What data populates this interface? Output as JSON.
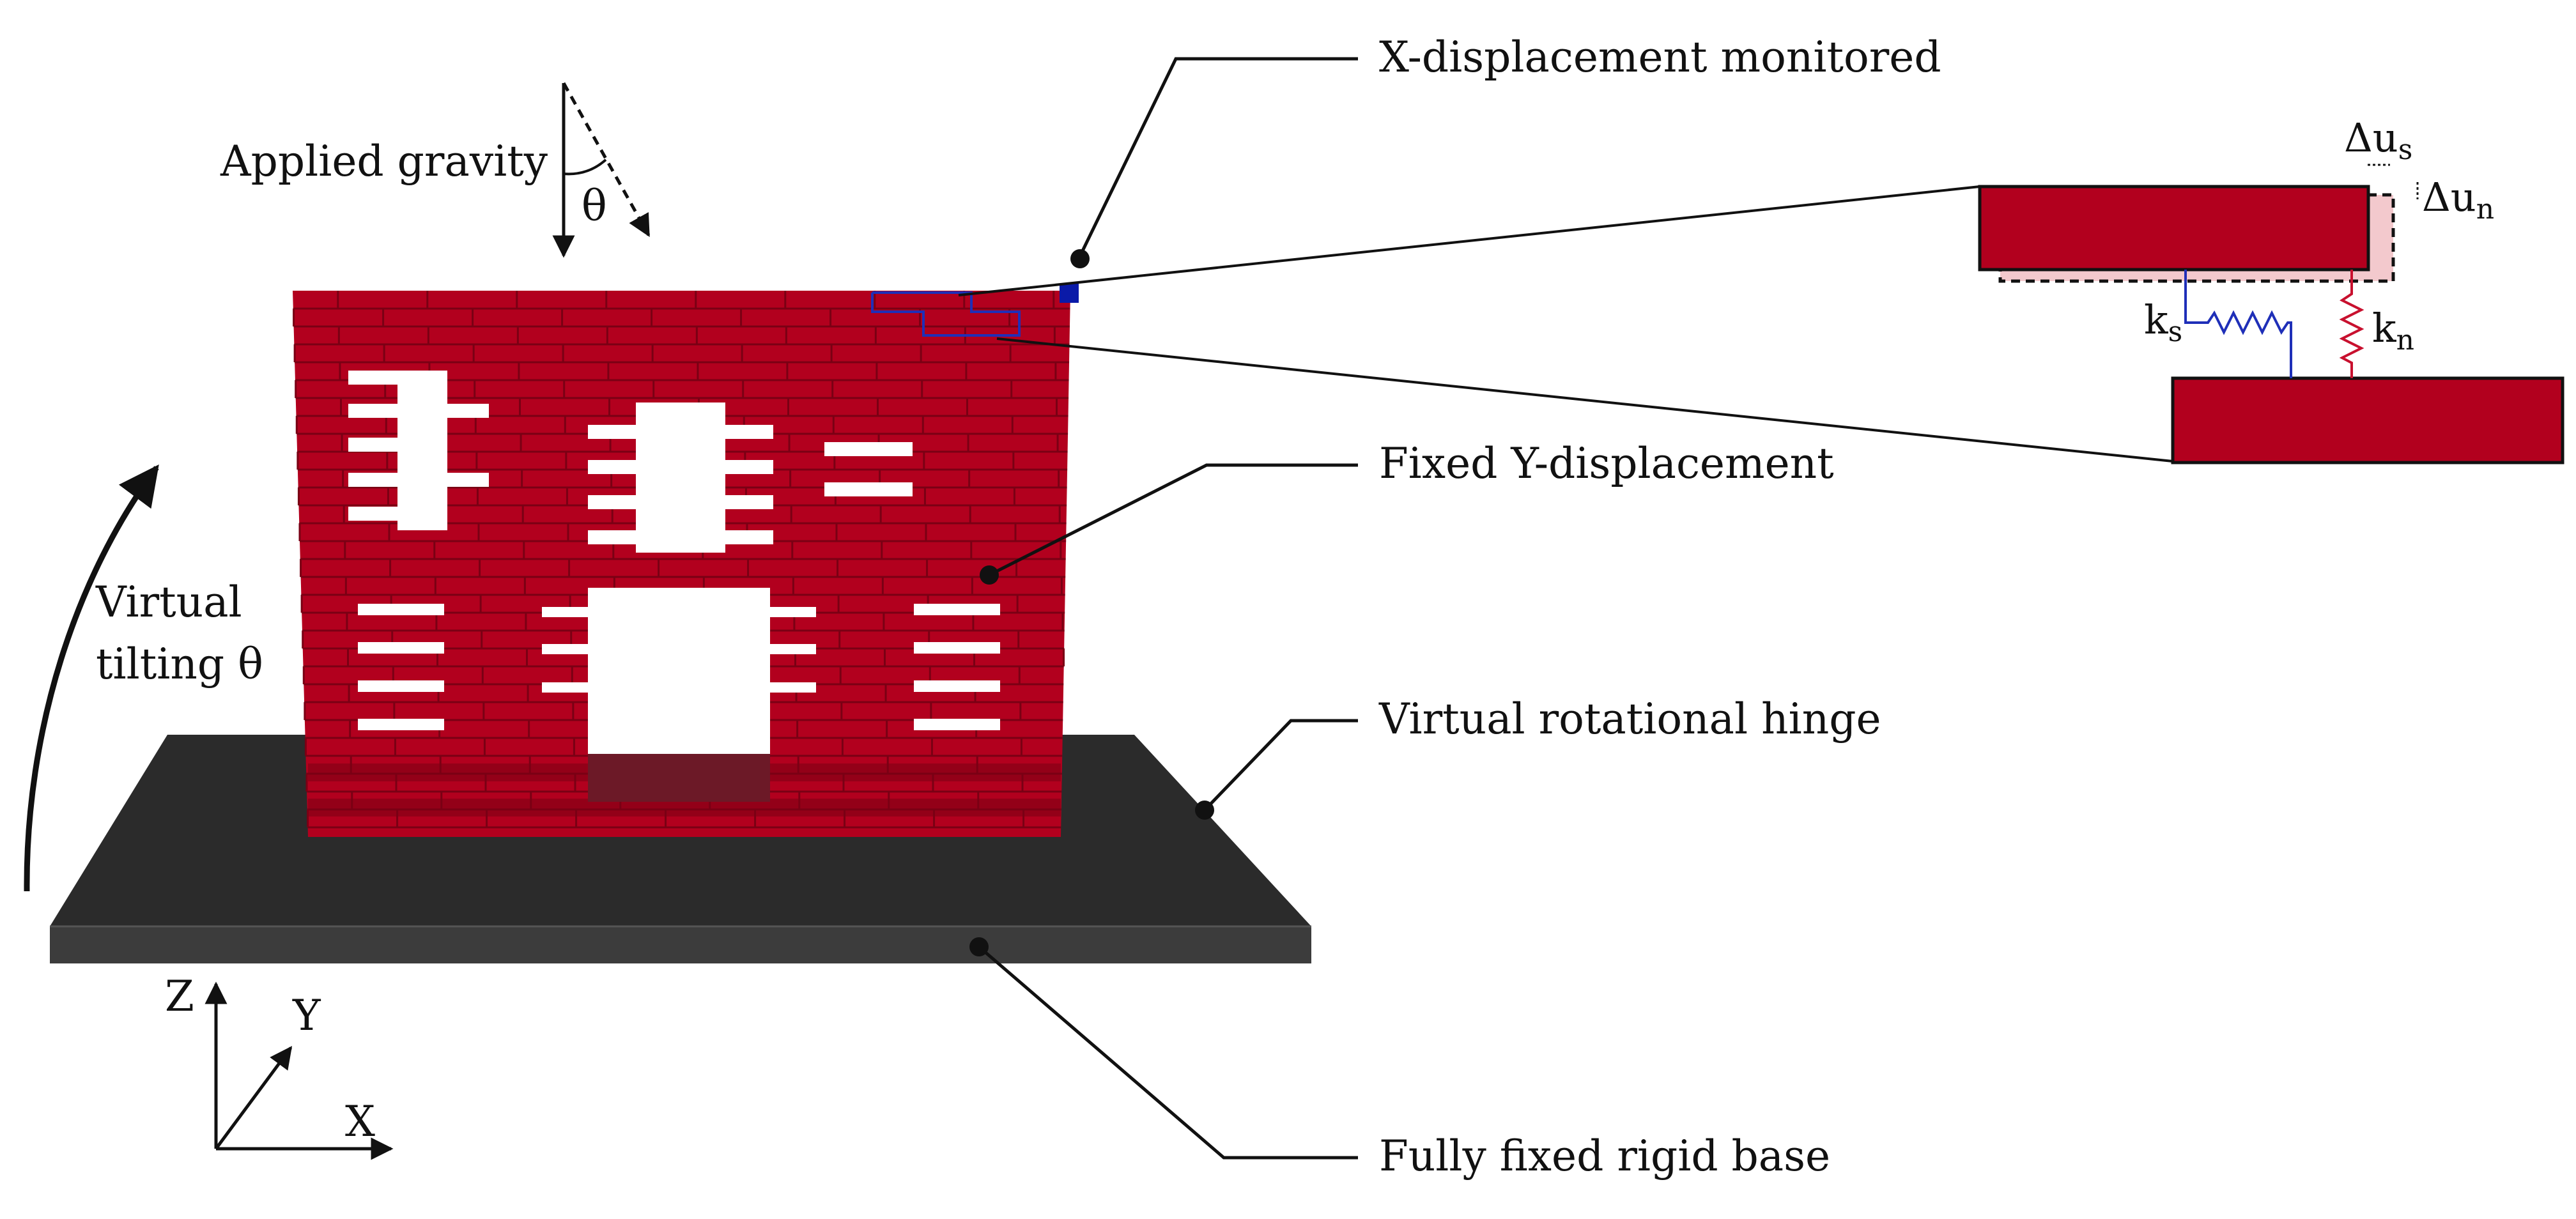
{
  "labels": {
    "applied_gravity": "Applied gravity",
    "gravity_angle": "θ",
    "virtual_tilting_line1": "Virtual",
    "virtual_tilting_line2": "tilting θ",
    "x_displacement_monitored": "X-displacement monitored",
    "fixed_y_displacement": "Fixed Y-displacement",
    "virtual_rotational_hinge": "Virtual rotational hinge",
    "fully_fixed_rigid_base": "Fully fixed rigid base"
  },
  "axes": {
    "z": "Z",
    "y": "Y",
    "x": "X"
  },
  "interface_model": {
    "delta_us": "Δu",
    "delta_us_sub": "s",
    "delta_un": "Δu",
    "delta_un_sub": "n",
    "ks": "k",
    "ks_sub": "s",
    "kn": "k",
    "kn_sub": "n"
  },
  "colors": {
    "brick": "#b2001e",
    "brick_dark": "#7a0014",
    "base_top": "#2b2b2b",
    "base_side": "#3c3c3c",
    "shear_spring": "#1f2fb8",
    "normal_spring": "#c8102e",
    "displaced_block": "#f3c9cd",
    "monitor_node": "#0a1aa8"
  },
  "icons": [
    "applied-gravity-arrow-icon",
    "tilted-gravity-arrow-icon",
    "tilting-arrow-icon",
    "axis-triad-icon",
    "shear-spring-icon",
    "normal-spring-icon"
  ]
}
